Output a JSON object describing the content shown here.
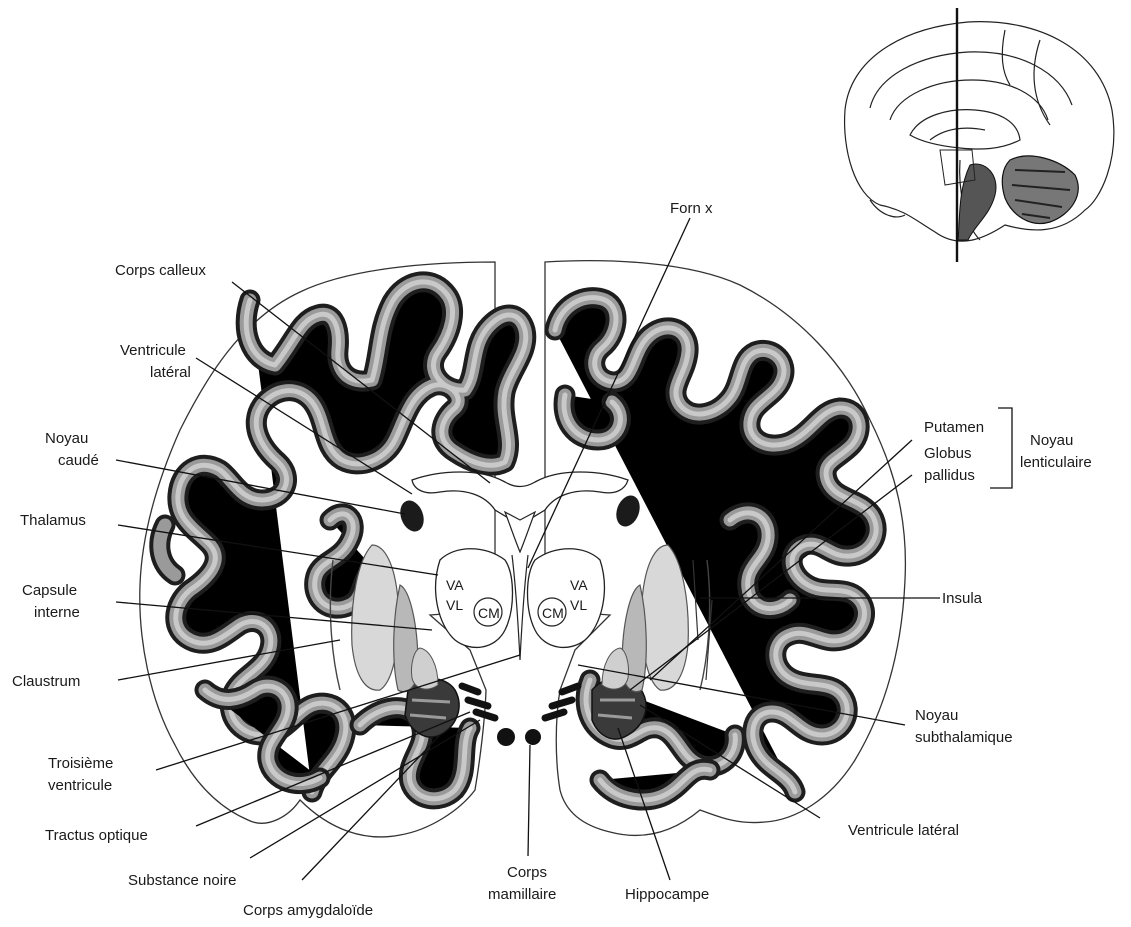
{
  "labels": {
    "fornix": "Forn x",
    "corps_calleux": "Corps calleux",
    "ventricule_lateral_1": "Ventricule",
    "ventricule_lateral_2": "latéral",
    "noyau_caude_1": "Noyau",
    "noyau_caude_2": "caudé",
    "thalamus": "Thalamus",
    "capsule_interne_1": "Capsule",
    "capsule_interne_2": "interne",
    "claustrum": "Claustrum",
    "troisieme_ventricule_1": "Troisième",
    "troisieme_ventricule_2": "ventricule",
    "tractus_optique": "Tractus optique",
    "substance_noire": "Substance noire",
    "corps_amygdaloide": "Corps amygdaloïde",
    "corps_mamillaire_1": "Corps",
    "corps_mamillaire_2": "mamillaire",
    "hippocampe": "Hippocampe",
    "ventricule_lateral_r": "Ventricule latéral",
    "noyau_subthalamique_1": "Noyau",
    "noyau_subthalamique_2": "subthalamique",
    "insula": "Insula",
    "putamen": "Putamen",
    "globus_pallidus_1": "Globus",
    "globus_pallidus_2": "pallidus",
    "noyau_lenticulaire_1": "Noyau",
    "noyau_lenticulaire_2": "lenticulaire"
  },
  "nuclei": {
    "va": "VA",
    "vl": "VL",
    "cm": "CM"
  }
}
